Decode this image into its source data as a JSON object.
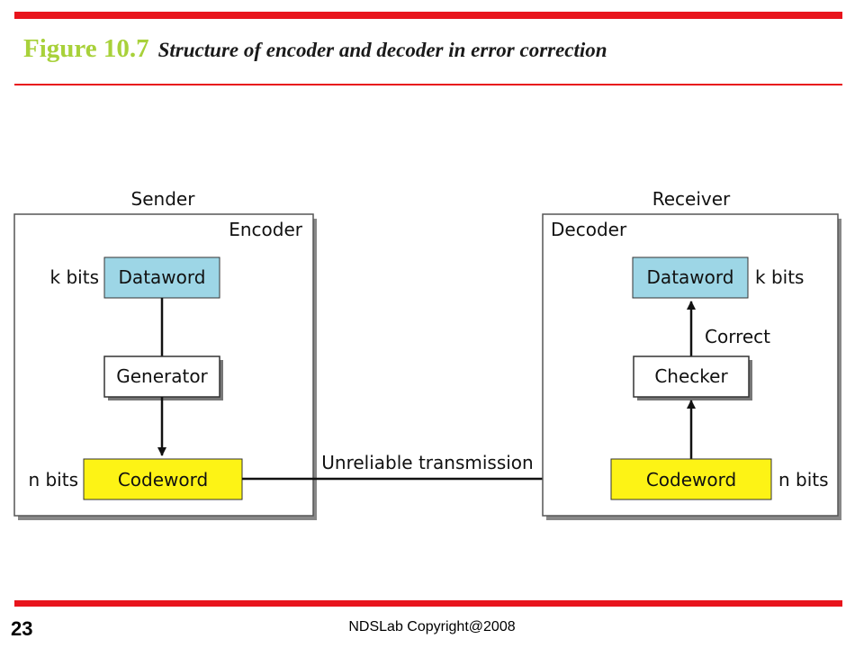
{
  "figure": {
    "number": "Figure 10.7",
    "caption": "Structure of encoder and decoder in error correction"
  },
  "diagram": {
    "sender": {
      "heading": "Sender",
      "box_label": "Encoder",
      "dataword": "Dataword",
      "dataword_bits": "k bits",
      "generator": "Generator",
      "codeword": "Codeword",
      "codeword_bits": "n bits"
    },
    "channel_label": "Unreliable transmission",
    "receiver": {
      "heading": "Receiver",
      "box_label": "Decoder",
      "dataword": "Dataword",
      "dataword_bits": "k bits",
      "correct_label": "Correct",
      "checker": "Checker",
      "codeword": "Codeword",
      "codeword_bits": "n bits"
    },
    "colors": {
      "dataword_fill": "#9dd6e6",
      "codeword_fill": "#fdf315",
      "accent_red": "#e8141c",
      "figure_number_green": "#a8d13a"
    }
  },
  "footer": {
    "slide_number": "23",
    "copyright": "NDSLab Copyright@2008"
  }
}
